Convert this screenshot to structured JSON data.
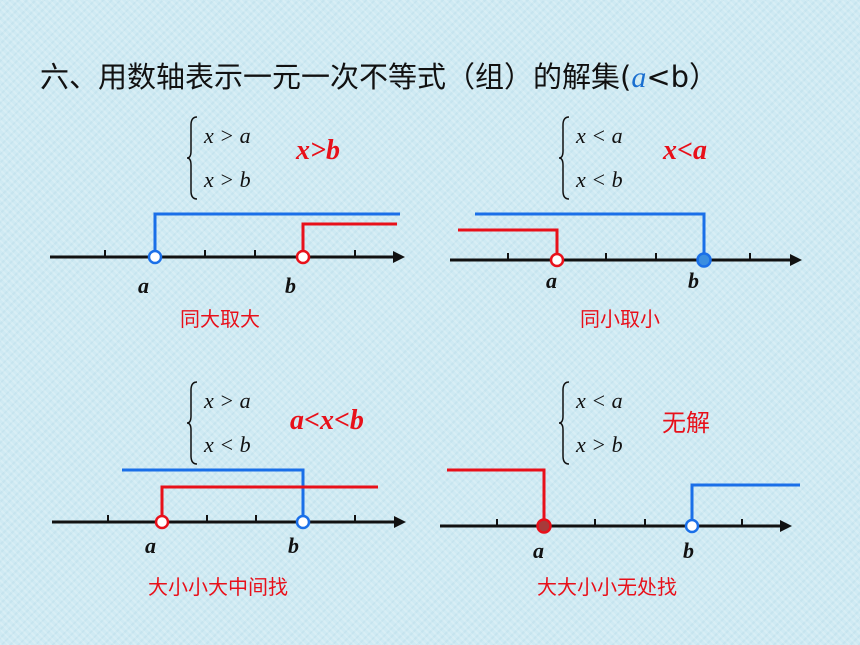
{
  "title": {
    "text": "六、用数轴表示一元一次不等式（组）的解集(",
    "a": "a",
    "rest": "<b）"
  },
  "panels": [
    {
      "sys_line1": "x > a",
      "sys_line2": "x > b",
      "result": "x>b",
      "label_a": "a",
      "label_b": "b",
      "rule": "同大取大"
    },
    {
      "sys_line1": "x < a",
      "sys_line2": "x < b",
      "result": "x<a",
      "label_a": "a",
      "label_b": "b",
      "rule": "同小取小"
    },
    {
      "sys_line1": "x > a",
      "sys_line2": "x < b",
      "result": "a<x<b",
      "label_a": "a",
      "label_b": "b",
      "rule": "大小小大中间找"
    },
    {
      "sys_line1": "x < a",
      "sys_line2": "x > b",
      "result": "无解",
      "label_a": "a",
      "label_b": "b",
      "rule": "大大小小无处找"
    }
  ],
  "colors": {
    "red": "#e8101a",
    "blue": "#1a6fe8",
    "axis": "#111111"
  }
}
